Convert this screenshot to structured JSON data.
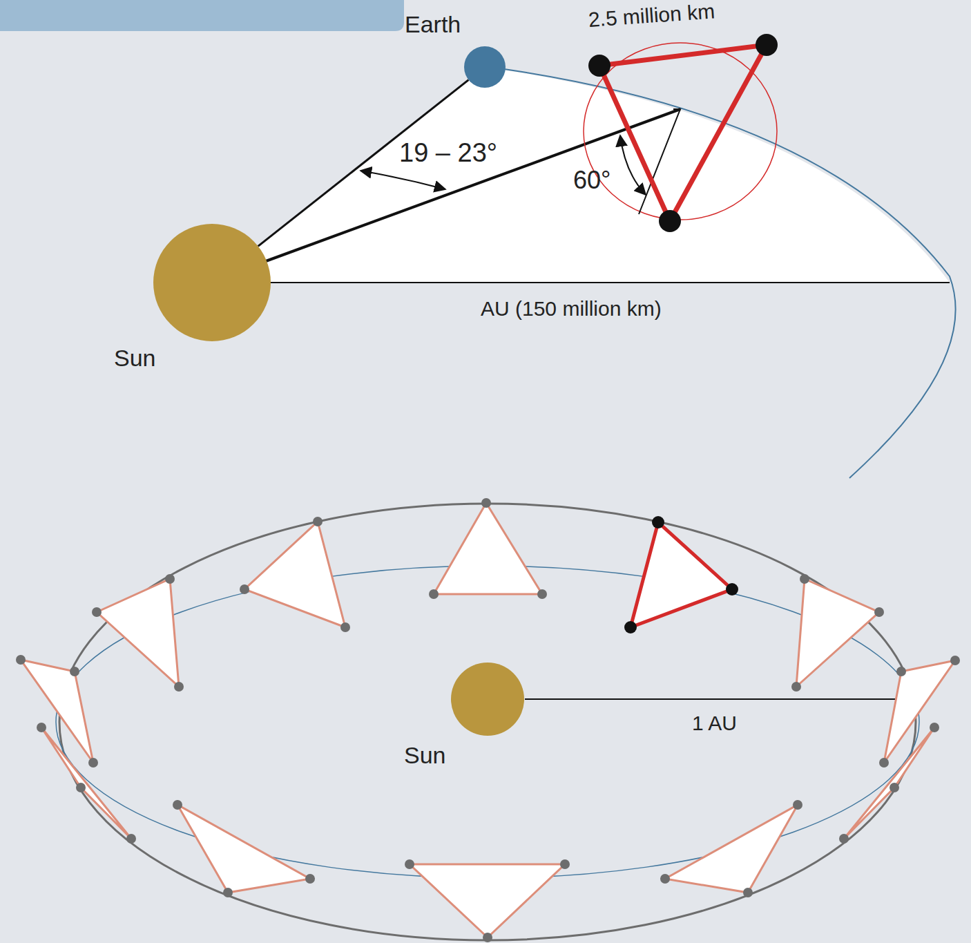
{
  "diagram": {
    "nodes": [
      {
        "text": [
          "Earth"
        ]
      },
      {
        "text": [
          "Sun"
        ]
      },
      {
        "text": [
          "Sun"
        ]
      }
    ],
    "edges": [
      {
        "from": 1,
        "to": 0,
        "arrow": "none"
      }
    ],
    "labels": [
      "2.5 million km",
      "19 – 23°",
      "60°",
      "AU (150 million km)",
      "1 AU"
    ]
  }
}
